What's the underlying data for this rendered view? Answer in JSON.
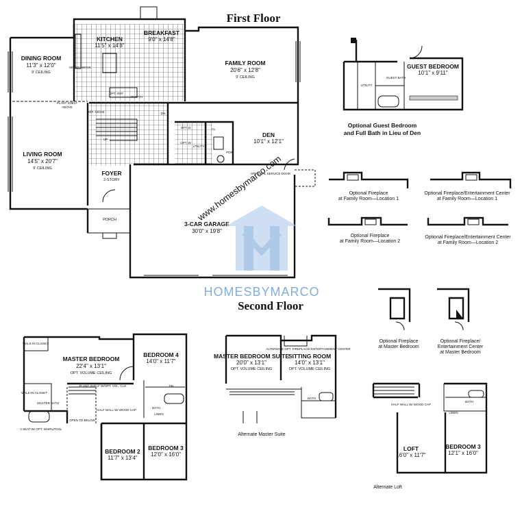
{
  "titles": {
    "first_floor": "First Floor",
    "second_floor": "Second Floor"
  },
  "watermark": {
    "brand": "HOMESBYMARCO",
    "url": "www.homesbymarco.com",
    "colors": {
      "logo": "#6f9fd4",
      "text": "#5b8fcf"
    }
  },
  "first_floor": {
    "dining_room": {
      "name": "DINING ROOM",
      "dims": "11'3\" x 12'0\"",
      "ceiling": "9' CEILING"
    },
    "kitchen": {
      "name": "KITCHEN",
      "dims": "11'5\" x 14'8\""
    },
    "breakfast": {
      "name": "BREAKFAST",
      "dims": "9'0\" x 14'8\""
    },
    "family_room": {
      "name": "FAMILY ROOM",
      "dims": "20'6\" x 12'8\"",
      "ceiling": "9' CEILING"
    },
    "living_room": {
      "name": "LIVING ROOM",
      "dims": "14'5\" x 20'7\"",
      "ceiling": "9' CEILING"
    },
    "den": {
      "name": "DEN",
      "dims": "10'1\" x 12'1\""
    },
    "foyer": {
      "name": "FOYER",
      "sub": "2-STORY"
    },
    "porch": "PORCH",
    "garage": {
      "name": "3-CAR GARAGE",
      "dims": "30'0\" x 19'8\""
    },
    "small_labels": {
      "plant_shelf": "PLANT SHELF",
      "above": "ABOVE",
      "pantry": "PANTRY",
      "opt_ref": "OPT. REF",
      "dn": "DN",
      "up": "UP",
      "utility": "UTILITY",
      "pdr": "PDR",
      "opt_service_door": "OPTIONAL SERVICE DOOR",
      "micro_above": "MICRO ABOVE",
      "ref_niche": "REF. NICHE",
      "opt_d": "OPT. D",
      "opt_w": "OPT. W",
      "cl": "CL"
    }
  },
  "guest_option": {
    "room": "GUEST BEDROOM",
    "dims": "10'1\" x 9'11\"",
    "labels": {
      "utility": "UTILITY",
      "guest_bath": "GUEST BATH"
    },
    "caption_line1": "Optional Guest Bedroom",
    "caption_line2": "and Full Bath in Lieu of Den"
  },
  "fireplace_options": [
    {
      "line1": "Optional Fireplace",
      "line2": "at Family Room—Location 1"
    },
    {
      "line1": "Optional Fireplace/Entertainment Center",
      "line2": "at Family Room—Location 1"
    },
    {
      "line1": "Optional Fireplace",
      "line2": "at Family Room—Location 2"
    },
    {
      "line1": "Optional Fireplace/Entertainment Center",
      "line2": "at Family Room—Location 2"
    }
  ],
  "master_fireplace_options": [
    {
      "line1": "Optional Fireplace",
      "line2": "at Master Bedroom"
    },
    {
      "line1": "Optional Fireplace/",
      "line2": "Entertainment Center",
      "line3": "at Master Bedroom"
    }
  ],
  "second_floor": {
    "master_bedroom": {
      "name": "MASTER BEDROOM",
      "dims": "22'4\" x 13'1\"",
      "ceiling": "OPT. VOLUME CEILING"
    },
    "bedroom4": {
      "name": "BEDROOM 4",
      "dims": "14'0\" x 11'7\""
    },
    "bedroom2": {
      "name": "BEDROOM 2",
      "dims": "11'7\" x 13'4\""
    },
    "bedroom3": {
      "name": "BEDROOM 3",
      "dims": "12'0\" x 16'0\""
    },
    "small_labels": {
      "walk_in_closet": "WALK-IN CLOSET",
      "walk_in_closet2": "WALK-IN CLOSET",
      "master_bath": "MASTER BATH",
      "plant_shelf": "PLANT SHELF W/OPT. VOL. CLG",
      "half_wall": "HALF WALL W/ WOOD CAP",
      "open": "OPEN TO BELOW",
      "bath": "BATH",
      "linen": "LINEN",
      "seat": "2 SEAT W/ OPT. WHIRLPOOL",
      "dn": "DN"
    }
  },
  "alt_master": {
    "suite": {
      "name": "MASTER BEDROOM SUITE",
      "dims": "20'0\" x 13'1\"",
      "ceiling": "OPT. VOLUME CEILING"
    },
    "sitting": {
      "name": "SITTING ROOM",
      "dims": "14'0\" x 13'1\"",
      "ceiling": "OPT. VOLUME CEILING"
    },
    "alt_fireplace": "ALTERNATE OPT. FIREPLACE/ ENTERTAINMENT CENTER",
    "bath": "BATH",
    "caption": "Alternate Master Suite"
  },
  "alt_loft": {
    "loft": {
      "name": "LOFT",
      "dims": "16'0\" x 11'7\""
    },
    "bedroom3": {
      "name": "BEDROOM 3",
      "dims": "12'1\" x 16'0\""
    },
    "half_wall": "HALF WALL W/ WOOD CAP",
    "bath": "BATH",
    "linen": "LINEN",
    "caption": "Alternate Loft"
  }
}
